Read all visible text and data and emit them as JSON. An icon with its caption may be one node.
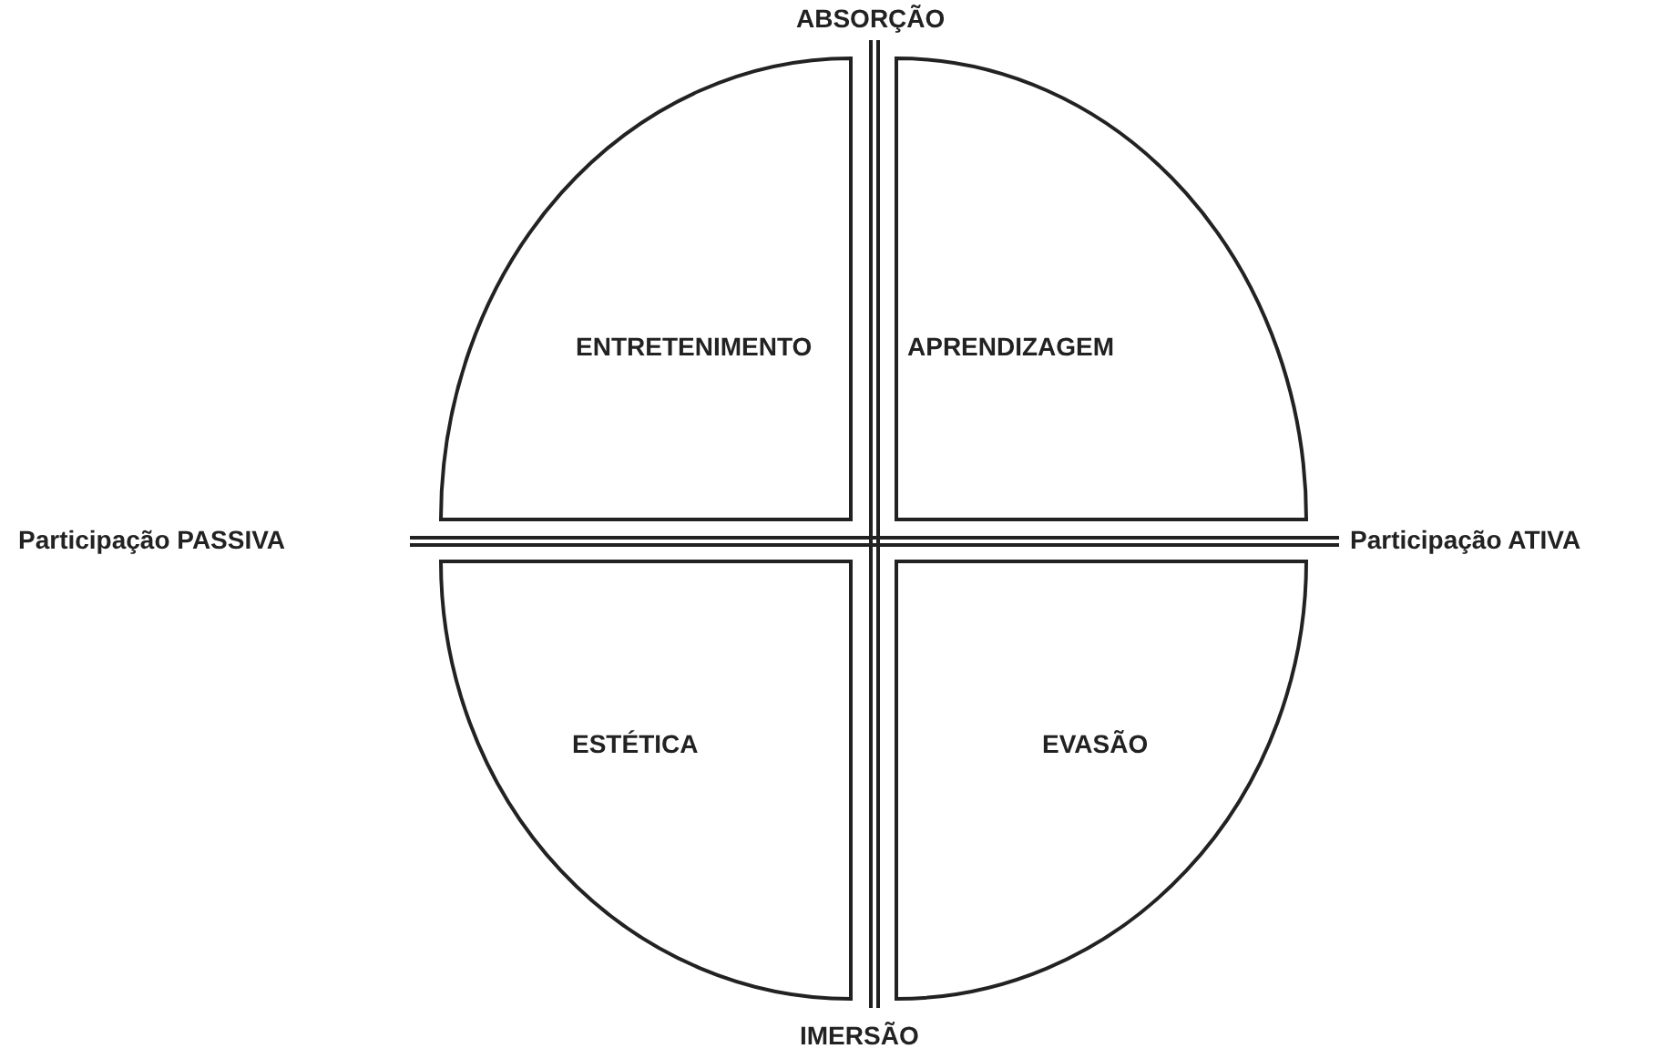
{
  "diagram": {
    "nodes": [
      {
        "text": [
          "ENTRETENIMENTO"
        ]
      },
      {
        "text": [
          "APRENDIZAGEM"
        ]
      },
      {
        "text": [
          "ESTÉTICA"
        ]
      },
      {
        "text": [
          "EVASÃO"
        ]
      }
    ],
    "labels": [
      "ABSORÇÃO",
      "Participação PASSIVA",
      "Participação ATIVA",
      "IMERSÃO"
    ]
  }
}
